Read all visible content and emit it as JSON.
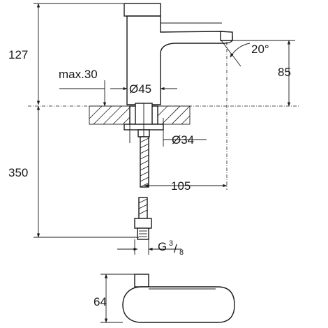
{
  "dimensions": {
    "height_above_deck": "127",
    "max_deck_thickness": "max.30",
    "body_diameter": "Ø45",
    "spout_angle": "20°",
    "spout_height": "85",
    "mounting_diameter": "Ø34",
    "spout_reach": "105",
    "below_deck_length": "350",
    "thread_prefix": "G",
    "thread_numerator": "3",
    "thread_slash": "/",
    "thread_denominator": "8",
    "body_depth": "64"
  }
}
